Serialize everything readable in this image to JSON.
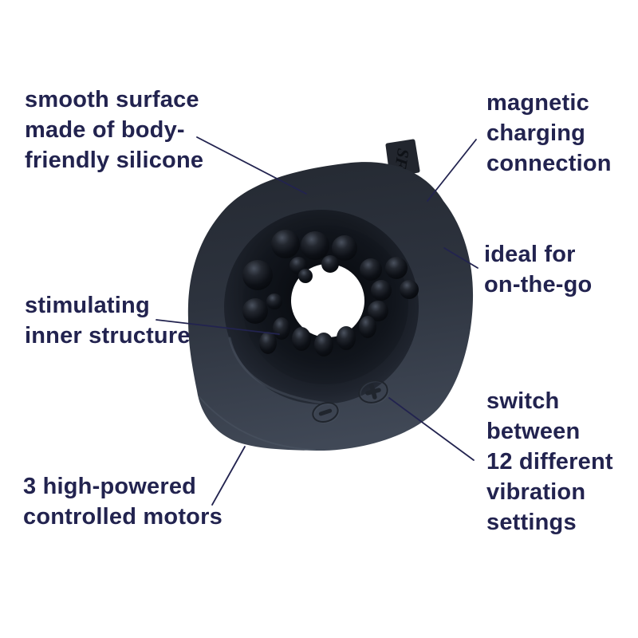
{
  "meta": {
    "description": "Annotated product feature diagram of a dark ring-shaped vibrator on white background",
    "background": "#ffffff"
  },
  "colors": {
    "label_text": "#22234f",
    "pointer_line": "#22234f",
    "device_body_top": "#272c35",
    "device_body_bottom": "#3f4755",
    "inner_nubs": "#0b0e13",
    "charging_tab": "#22262e"
  },
  "device": {
    "brand_tab_text": "SF",
    "buttons": {
      "minus_glyph": "minus",
      "plus_glyph": "plus"
    }
  },
  "annotations": [
    {
      "id": "smooth-silicone",
      "lines": [
        "smooth surface",
        "made of body-",
        "friendly silicone"
      ]
    },
    {
      "id": "magnetic-charging",
      "lines": [
        "magnetic",
        "charging",
        "connection"
      ]
    },
    {
      "id": "ideal-on-the-go",
      "lines": [
        "ideal for",
        "on-the-go"
      ]
    },
    {
      "id": "stimulating-inner-structure",
      "lines": [
        "stimulating",
        "inner structure"
      ]
    },
    {
      "id": "high-powered-motors",
      "lines": [
        "3 high-powered",
        "controlled motors"
      ]
    },
    {
      "id": "vibration-settings",
      "lines": [
        "switch",
        "between",
        "12 different",
        "vibration",
        "settings"
      ]
    }
  ]
}
